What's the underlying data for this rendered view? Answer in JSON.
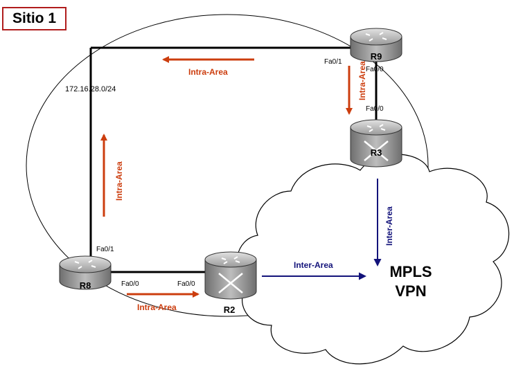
{
  "site_title": "Sitio 1",
  "network_label": "172.16.28.0/24",
  "cloud_label_line1": "MPLS",
  "cloud_label_line2": "VPN",
  "routers": {
    "r9": "R9",
    "r3": "R3",
    "r8": "R8",
    "r2": "R2"
  },
  "interfaces": {
    "r9_left": "Fa0/1",
    "r9_down": "Fa0/0",
    "r3_up": "Fa0/0",
    "r8_up": "Fa0/1",
    "r8_right": "Fa0/0",
    "r2_left": "Fa0/0"
  },
  "arrows": {
    "top": "Intra-Area",
    "r9_r3": "Intra-Area",
    "left": "Intra-Area",
    "bottom": "Intra-Area",
    "r2_cloud": "Inter-Area",
    "r3_cloud": "Inter-Area"
  },
  "colors": {
    "intra_area": "#cc3d0e",
    "inter_area": "#12127a",
    "site_border": "#b01c1c",
    "router_body": "#9c9c9c"
  }
}
